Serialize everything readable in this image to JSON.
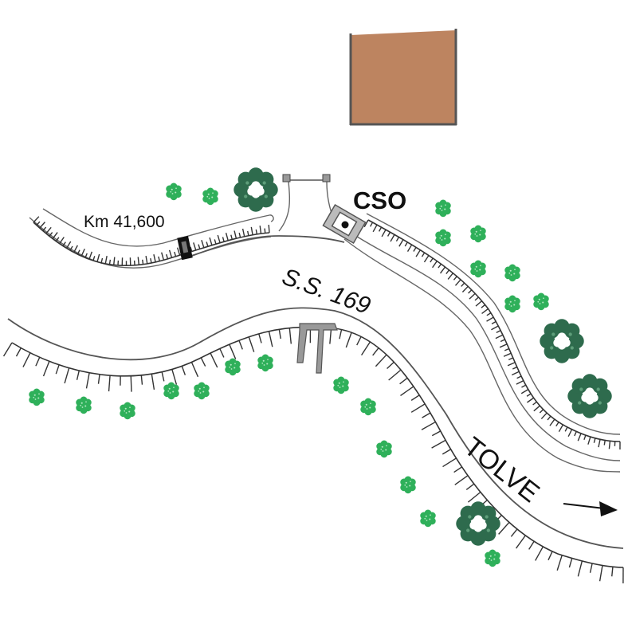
{
  "labels": {
    "km_marker": "Km 41,600",
    "cso": "CSO",
    "road_name": "S.S. 169",
    "direction": "TOLVE"
  },
  "colors": {
    "building_fill": "#bd8460",
    "building_edge": "#555555",
    "light_shrub": "#2fb05a",
    "dark_shrub": "#2e6b4d",
    "road_line": "#555555",
    "post_fill": "#999999"
  },
  "icons": {
    "light_shrub": "shrub-icon",
    "dark_shrub": "bush-icon",
    "manhole": "manhole-icon",
    "arrow": "arrow-right-icon"
  }
}
